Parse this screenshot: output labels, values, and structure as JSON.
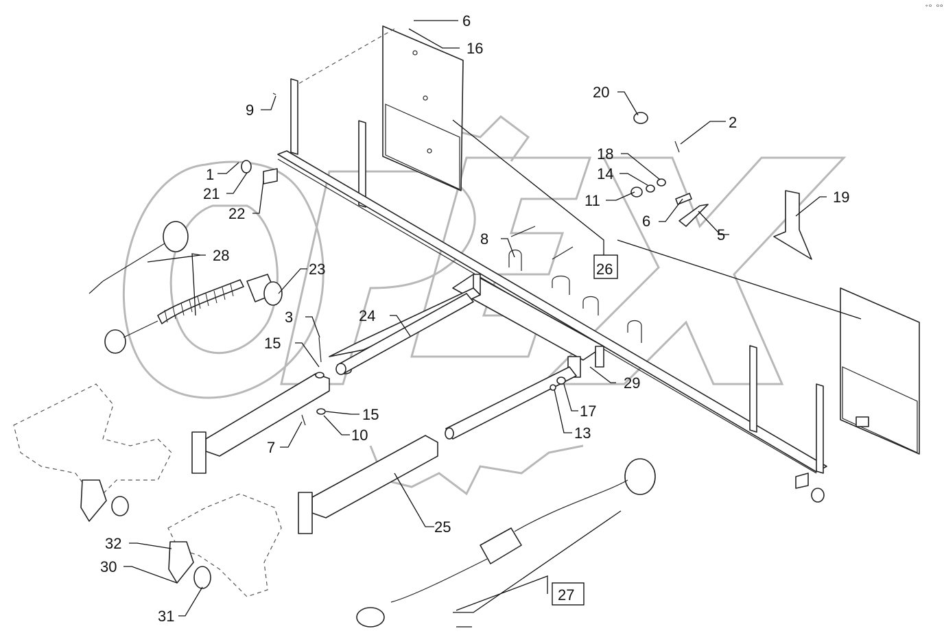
{
  "corner_mark": "°º ººº",
  "labels": [
    {
      "id": "6a",
      "text": "6"
    },
    {
      "id": "16",
      "text": "16"
    },
    {
      "id": "9",
      "text": "9"
    },
    {
      "id": "20",
      "text": "20"
    },
    {
      "id": "2",
      "text": "2"
    },
    {
      "id": "18",
      "text": "18"
    },
    {
      "id": "14",
      "text": "14"
    },
    {
      "id": "11",
      "text": "11"
    },
    {
      "id": "6b",
      "text": "6"
    },
    {
      "id": "5",
      "text": "5"
    },
    {
      "id": "19",
      "text": "19"
    },
    {
      "id": "1",
      "text": "1"
    },
    {
      "id": "21",
      "text": "21"
    },
    {
      "id": "22",
      "text": "22"
    },
    {
      "id": "28",
      "text": "28"
    },
    {
      "id": "23",
      "text": "23"
    },
    {
      "id": "8",
      "text": "8"
    },
    {
      "id": "26",
      "text": "26"
    },
    {
      "id": "3",
      "text": "3"
    },
    {
      "id": "24",
      "text": "24"
    },
    {
      "id": "15a",
      "text": "15"
    },
    {
      "id": "15b",
      "text": "15"
    },
    {
      "id": "10",
      "text": "10"
    },
    {
      "id": "7",
      "text": "7"
    },
    {
      "id": "29",
      "text": "29"
    },
    {
      "id": "17",
      "text": "17"
    },
    {
      "id": "13",
      "text": "13"
    },
    {
      "id": "25",
      "text": "25"
    },
    {
      "id": "27",
      "text": "27"
    },
    {
      "id": "32",
      "text": "32"
    },
    {
      "id": "30",
      "text": "30"
    },
    {
      "id": "31",
      "text": "31"
    }
  ]
}
